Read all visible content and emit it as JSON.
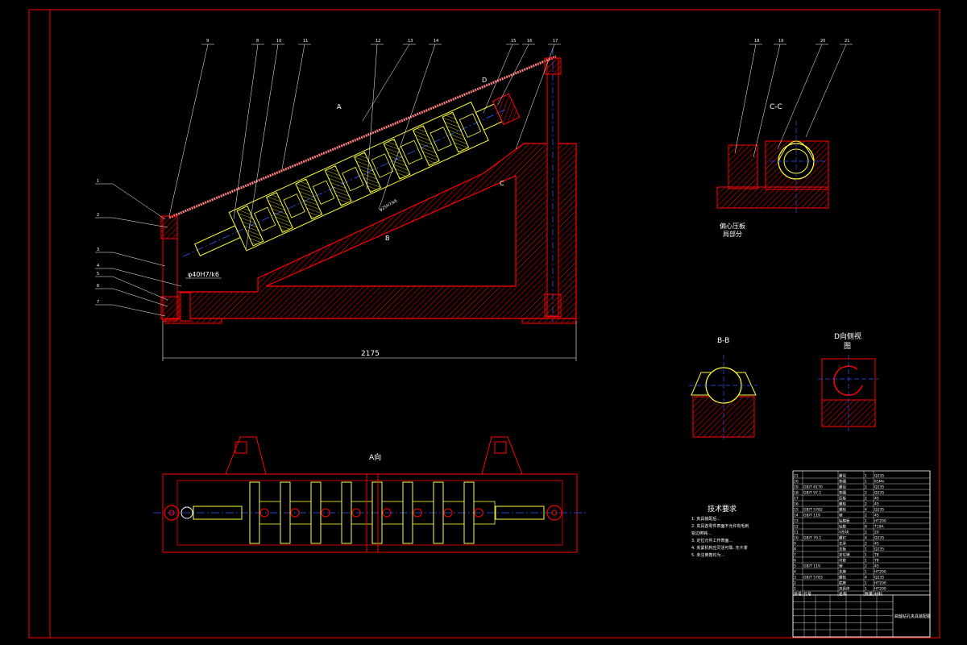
{
  "drawing": {
    "colors": {
      "frame": "#ff0000",
      "part": "#ffff33",
      "centerline": "#3355ff",
      "leader": "#ffffff",
      "hatch": "#ff0000",
      "background": "#000000"
    },
    "views": {
      "section_cc": "C-C",
      "section_bb": "B-B",
      "view_d": "D向侧视",
      "view_d_2": "图",
      "view_a": "A向",
      "cc_note_1": "偏心压板",
      "cc_note_2": "局部分"
    },
    "dimensions": {
      "overall_length": "2175",
      "hole_fit": "φ40H7/k6",
      "pin_fit": "φ25H7/k6"
    },
    "section_marks": {
      "a": "A",
      "b": "B",
      "c": "C",
      "d": "D"
    },
    "balloons_left": [
      "1",
      "2",
      "3",
      "4",
      "5",
      "6",
      "7"
    ],
    "balloons_top": [
      "9",
      "8",
      "10",
      "11",
      "12",
      "13",
      "14",
      "15",
      "16",
      "17"
    ],
    "balloons_cc": [
      "18",
      "19",
      "20",
      "21"
    ],
    "tech_requirements": {
      "title": "技术要求",
      "lines": [
        "1. 夹具装配后...",
        "2. 夹具各零件表面不允许有毛刺",
        "   锐边倒钝...",
        "3. 定位元件工作表面...",
        "4. 夹紧机构应灵活可靠, 无卡滞",
        "5. 未注倒角均为..."
      ]
    },
    "title_block": {
      "drawing_title": "曲轴钻孔夹具装配图",
      "rows": [
        {
          "no": "21",
          "code": "",
          "name": "螺母",
          "qty": "1",
          "mat": "Q235"
        },
        {
          "no": "20",
          "code": "",
          "name": "垫圈",
          "qty": "1",
          "mat": "65Mn"
        },
        {
          "no": "19",
          "code": "GB/T 6170",
          "name": "螺母",
          "qty": "2",
          "mat": "Q235"
        },
        {
          "no": "18",
          "code": "GB/T 97.1",
          "name": "垫圈",
          "qty": "2",
          "mat": "Q235"
        },
        {
          "no": "17",
          "code": "",
          "name": "压板",
          "qty": "2",
          "mat": "45"
        },
        {
          "no": "16",
          "code": "",
          "name": "螺栓",
          "qty": "2",
          "mat": "45"
        },
        {
          "no": "15",
          "code": "GB/T 5782",
          "name": "螺栓",
          "qty": "4",
          "mat": "Q235"
        },
        {
          "no": "14",
          "code": "GB/T 119",
          "name": "销",
          "qty": "2",
          "mat": "45"
        },
        {
          "no": "13",
          "code": "",
          "name": "钻模板",
          "qty": "1",
          "mat": "HT200"
        },
        {
          "no": "12",
          "code": "",
          "name": "钻套",
          "qty": "8",
          "mat": "T10A"
        },
        {
          "no": "11",
          "code": "",
          "name": "V形块",
          "qty": "2",
          "mat": "20"
        },
        {
          "no": "10",
          "code": "GB/T 70.1",
          "name": "螺钉",
          "qty": "4",
          "mat": "Q235"
        },
        {
          "no": "9",
          "code": "",
          "name": "支承",
          "qty": "2",
          "mat": "45"
        },
        {
          "no": "8",
          "code": "",
          "name": "支板",
          "qty": "1",
          "mat": "Q235"
        },
        {
          "no": "7",
          "code": "",
          "name": "定位销",
          "qty": "1",
          "mat": "T8"
        },
        {
          "no": "6",
          "code": "",
          "name": "衬套",
          "qty": "1",
          "mat": "T8"
        },
        {
          "no": "5",
          "code": "GB/T 119",
          "name": "销",
          "qty": "2",
          "mat": "45"
        },
        {
          "no": "4",
          "code": "",
          "name": "支座",
          "qty": "1",
          "mat": "HT200"
        },
        {
          "no": "3",
          "code": "GB/T 5783",
          "name": "螺栓",
          "qty": "4",
          "mat": "Q235"
        },
        {
          "no": "2",
          "code": "",
          "name": "底座",
          "qty": "1",
          "mat": "HT200"
        },
        {
          "no": "1",
          "code": "",
          "name": "夹具体",
          "qty": "1",
          "mat": "HT200"
        }
      ],
      "header": {
        "no": "序号",
        "code": "代号",
        "name": "名称",
        "qty": "数量",
        "mat": "材料"
      }
    }
  }
}
